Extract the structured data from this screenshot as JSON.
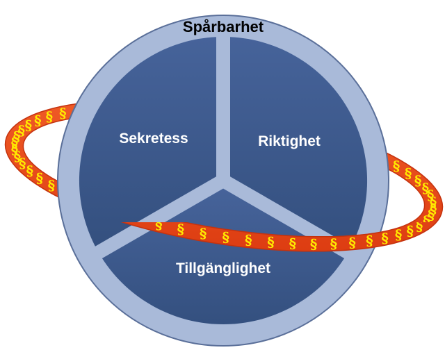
{
  "labels": {
    "outer": "Spårbarhet",
    "left": "Sekretess",
    "right": "Riktighet",
    "bottom": "Tillgänglighet"
  },
  "ring_symbol": "§",
  "colors": {
    "outer_ring": "#a9bad9",
    "outer_ring_stroke": "#5a6f99",
    "segments": "#3d5a8c",
    "ring_fill": "#e8461b",
    "ring_edge": "#c4320e",
    "ring_symbol": "#ffea00",
    "label_light": "#ffffff",
    "label_dark": "#000000"
  }
}
